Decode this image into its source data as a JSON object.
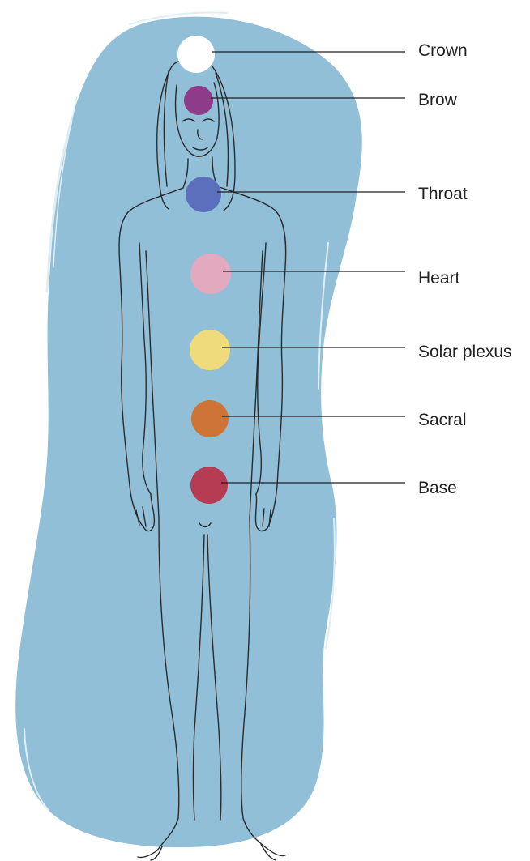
{
  "colors": {
    "aura": "#92bfd8",
    "aura_edge": "#dfeef5",
    "outline": "#2a2a2a",
    "leader_line": "#1e1e1e",
    "label_text": "#222222"
  },
  "chakras": [
    {
      "key": "crown",
      "label": "Crown",
      "color": "#ffffff"
    },
    {
      "key": "brow",
      "label": "Brow",
      "color": "#8e3b8a"
    },
    {
      "key": "throat",
      "label": "Throat",
      "color": "#5b6fbc"
    },
    {
      "key": "heart",
      "label": "Heart",
      "color": "#e2a9bf"
    },
    {
      "key": "solar",
      "label": "Solar plexus",
      "color": "#efdb7c"
    },
    {
      "key": "sacral",
      "label": "Sacral",
      "color": "#cf7437"
    },
    {
      "key": "base",
      "label": "Base",
      "color": "#b53c52"
    }
  ]
}
